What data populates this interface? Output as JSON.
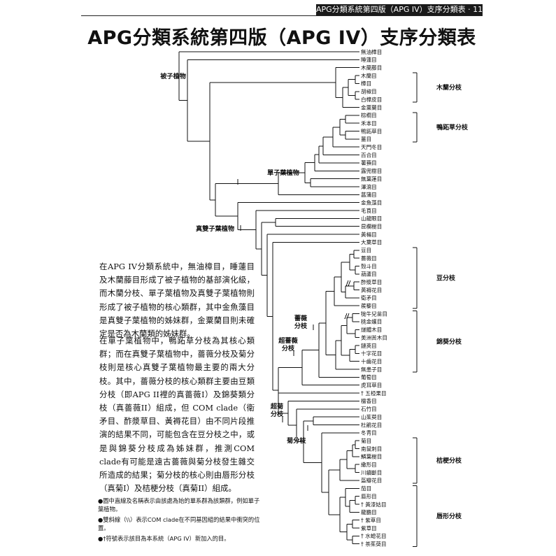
{
  "header": {
    "text": "APG分類系統第四版（APG IV）支序分類表 · 11"
  },
  "title": "APG分類系統第四版（APG IV）支序分類表",
  "text": {
    "p1": "在APG IV分類系統中，無油樟目，睡蓮目及木蘭藤目形成了被子植物的基部演化級，而木蘭分枝、單子葉植物及真雙子葉植物則形成了被子植物的核心類群，其中金魚藻目是真雙子葉植物的姊妹群，金粟蘭目則未確定是否為木蘭類的姊妹群。",
    "p2": "在單子葉植物中，鴨跖草分枝為其核心類群；而在真雙子葉植物中，薔薇分枝及菊分枝則是核心真雙子葉植物最主要的兩大分枝。其中，薔薇分枝的核心類群主要由豆類分枝（即APG II裡的真薔薇I）及錦葵類分枝（真薔薇II）組成，但 COM clade（衛矛目、酢漿草目、黃褥花目）由不同片段推演的結果不同，可能包含在豆分枝之中，或是與錦葵分枝成為姊妹群，推測COM clade有可能是遠古薔薇與菊分枝發生雜交所造成的結果；菊分枝的核心則由唇形分枝（真菊I）及桔梗分枝（真菊II）組成。"
  },
  "notes": [
    "●圖中直線及名稱表示由該處為始的單系群為該類群，例如單子葉植物。",
    "●雙斜線（\\\\）表示COM clade在不同基因組的結果中衝突的位置。",
    "●†符號表示該目為本系統（APG IV）新加入的目。"
  ],
  "tree": {
    "tips": [
      "無油樟目",
      "睡蓮目",
      "木蘭藤目",
      "木蘭目",
      "樟目",
      "胡椒目",
      "白樟皮目",
      "金粟蘭目",
      "棕櫚目",
      "禾本目",
      "鴨跖草目",
      "薑目",
      "天門冬目",
      "百合目",
      "薯蕷目",
      "露兜樹目",
      "無葉蓮目",
      "澤瀉目",
      "菖蒲目",
      "金魚藻目",
      "毛茛目",
      "山龍眼目",
      "昆欄樹目",
      "黃楊目",
      "大葉草目",
      "豆目",
      "薔薇目",
      "殼斗目",
      "葫蘆目",
      "酢漿草目",
      "黃褥花目",
      "衛矛目",
      "蒺藜目",
      "牻牛兒苗目",
      "桃金孃目",
      "燧體木目",
      "美洲苦木目",
      "鏈莢目",
      "十字花目",
      "十齒花目",
      "無患子目",
      "葡萄目",
      "虎耳草目",
      "† 五椏果目",
      "檀香目",
      "石竹目",
      "山茱萸目",
      "杜鵑花目",
      "冬青目",
      "菊目",
      "南鼠刺目",
      "鱗葉樹目",
      "繖形目",
      "川續斷目",
      "盔瓣花目",
      "茄目",
      "唇形目",
      "† 黃漆姑目",
      "龍膽目",
      "† 紫草目",
      "紫草目",
      "† 水螅花目",
      "† 茶茱萸目"
    ],
    "clades": {
      "angiosperms": "被子植物",
      "monocots": "單子葉植物",
      "eudicots": "真雙子葉植物",
      "rosids": "薔薇分枝",
      "superrosids": "超薔薇分枝",
      "superasterids": "超菊分枝",
      "asterids": "菊分枝"
    },
    "groups": {
      "magnoliids": "木蘭分枝",
      "commelinids": "鴨跖草分枝",
      "fabids": "豆分枝",
      "malvids": "錦葵分枝",
      "campanulids": "桔梗分枝",
      "lamiids": "唇形分枝"
    }
  }
}
